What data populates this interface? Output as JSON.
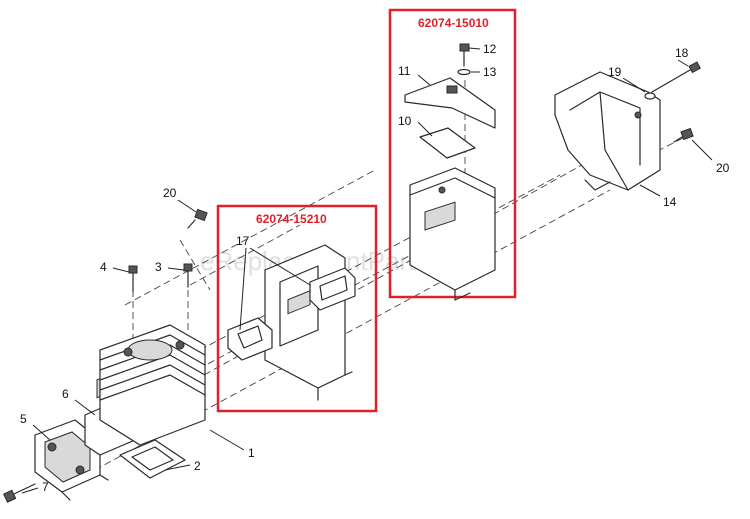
{
  "watermark": "eReplacementParts.com",
  "accent_color": "#e0202a",
  "kits": [
    {
      "id": "kit-muffler",
      "label": "62074-15010"
    },
    {
      "id": "kit-gasket",
      "label": "62074-15210"
    }
  ],
  "callouts": {
    "c1": "1",
    "c2": "2",
    "c3": "3",
    "c4": "4",
    "c5": "5",
    "c6": "6",
    "c7": "7",
    "c10": "10",
    "c11": "11",
    "c12": "12",
    "c13": "13",
    "c14": "14",
    "c17": "17",
    "c18": "18",
    "c19": "19",
    "c20a": "20",
    "c20b": "20"
  }
}
